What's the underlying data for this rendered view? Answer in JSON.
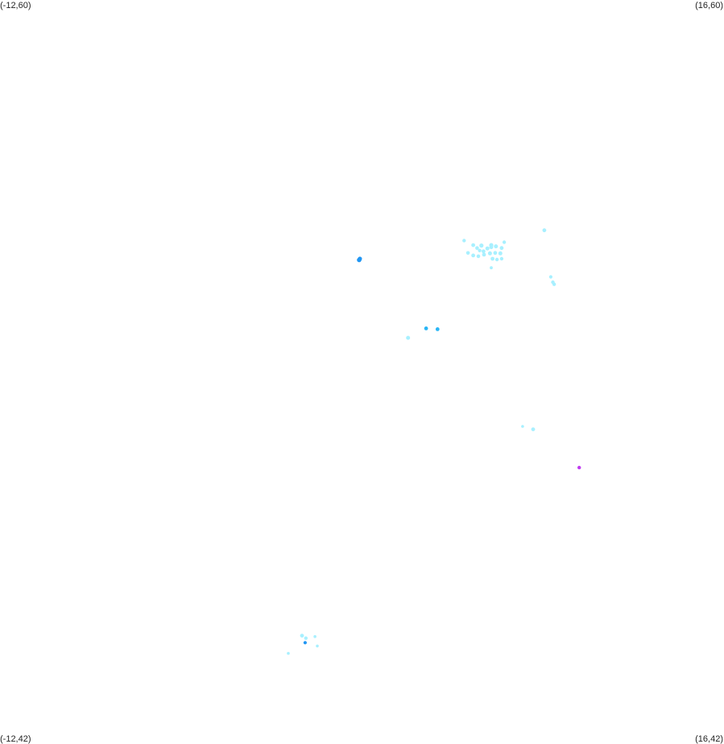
{
  "corners": {
    "top_left": "(-12,60)",
    "top_right": "(16,60)",
    "bottom_left": "(-12,42)",
    "bottom_right": "(16,42)"
  },
  "extent": {
    "lon_min": -12,
    "lon_max": 16,
    "lat_min": 42,
    "lat_max": 60
  },
  "colors": {
    "light_cyan": "#a8f0ff",
    "cyan": "#8ee8fb",
    "sky_blue": "#29b6f6",
    "blue": "#2196f3",
    "magenta": "#c03cf0"
  },
  "points": [
    {
      "lon": 1.89,
      "lat": 53.69,
      "color": "blue",
      "r": 2.8
    },
    {
      "lon": 1.92,
      "lat": 53.72,
      "color": "blue",
      "r": 2.6
    },
    {
      "lon": 5.95,
      "lat": 54.16,
      "color": "light_cyan",
      "r": 2.2
    },
    {
      "lon": 6.3,
      "lat": 54.05,
      "color": "light_cyan",
      "r": 2.4
    },
    {
      "lon": 6.45,
      "lat": 53.98,
      "color": "light_cyan",
      "r": 2.3
    },
    {
      "lon": 6.62,
      "lat": 54.04,
      "color": "light_cyan",
      "r": 2.6
    },
    {
      "lon": 6.7,
      "lat": 53.9,
      "color": "light_cyan",
      "r": 2.4
    },
    {
      "lon": 6.85,
      "lat": 53.97,
      "color": "light_cyan",
      "r": 2.5
    },
    {
      "lon": 7.0,
      "lat": 54.05,
      "color": "light_cyan",
      "r": 2.6
    },
    {
      "lon": 7.18,
      "lat": 54.02,
      "color": "light_cyan",
      "r": 2.5
    },
    {
      "lon": 7.4,
      "lat": 53.98,
      "color": "light_cyan",
      "r": 2.4
    },
    {
      "lon": 7.5,
      "lat": 54.12,
      "color": "light_cyan",
      "r": 2.2
    },
    {
      "lon": 6.1,
      "lat": 53.86,
      "color": "light_cyan",
      "r": 2.3
    },
    {
      "lon": 6.3,
      "lat": 53.8,
      "color": "light_cyan",
      "r": 2.4
    },
    {
      "lon": 6.5,
      "lat": 53.78,
      "color": "light_cyan",
      "r": 2.3
    },
    {
      "lon": 6.72,
      "lat": 53.82,
      "color": "light_cyan",
      "r": 2.4
    },
    {
      "lon": 6.95,
      "lat": 53.85,
      "color": "light_cyan",
      "r": 2.5
    },
    {
      "lon": 7.15,
      "lat": 53.86,
      "color": "light_cyan",
      "r": 2.4
    },
    {
      "lon": 7.35,
      "lat": 53.85,
      "color": "light_cyan",
      "r": 2.5
    },
    {
      "lon": 7.05,
      "lat": 53.72,
      "color": "light_cyan",
      "r": 2.4
    },
    {
      "lon": 7.22,
      "lat": 53.7,
      "color": "light_cyan",
      "r": 2.2
    },
    {
      "lon": 7.4,
      "lat": 53.72,
      "color": "light_cyan",
      "r": 2.2
    },
    {
      "lon": 7.0,
      "lat": 53.5,
      "color": "light_cyan",
      "r": 1.9
    },
    {
      "lon": 7.0,
      "lat": 54.0,
      "color": "light_cyan",
      "r": 2.4
    },
    {
      "lon": 6.55,
      "lat": 53.92,
      "color": "light_cyan",
      "r": 2.2
    },
    {
      "lon": 9.05,
      "lat": 54.41,
      "color": "light_cyan",
      "r": 2.4
    },
    {
      "lon": 9.3,
      "lat": 53.28,
      "color": "light_cyan",
      "r": 2.1
    },
    {
      "lon": 9.38,
      "lat": 53.15,
      "color": "light_cyan",
      "r": 2.2
    },
    {
      "lon": 9.43,
      "lat": 53.1,
      "color": "light_cyan",
      "r": 2.2
    },
    {
      "lon": 4.48,
      "lat": 52.03,
      "color": "sky_blue",
      "r": 2.4
    },
    {
      "lon": 4.92,
      "lat": 52.01,
      "color": "sky_blue",
      "r": 2.4
    },
    {
      "lon": 3.78,
      "lat": 51.8,
      "color": "light_cyan",
      "r": 2.5
    },
    {
      "lon": 8.21,
      "lat": 49.65,
      "color": "light_cyan",
      "r": 1.8
    },
    {
      "lon": 8.62,
      "lat": 49.58,
      "color": "light_cyan",
      "r": 2.4
    },
    {
      "lon": 10.4,
      "lat": 48.65,
      "color": "magenta",
      "r": 2.2
    },
    {
      "lon": -0.32,
      "lat": 44.57,
      "color": "light_cyan",
      "r": 2.4
    },
    {
      "lon": -0.17,
      "lat": 44.51,
      "color": "light_cyan",
      "r": 2.2
    },
    {
      "lon": 0.18,
      "lat": 44.55,
      "color": "light_cyan",
      "r": 1.8
    },
    {
      "lon": -0.2,
      "lat": 44.4,
      "color": "blue",
      "r": 2.1
    },
    {
      "lon": 0.27,
      "lat": 44.32,
      "color": "light_cyan",
      "r": 1.8
    },
    {
      "lon": -0.85,
      "lat": 44.14,
      "color": "light_cyan",
      "r": 1.8
    }
  ]
}
